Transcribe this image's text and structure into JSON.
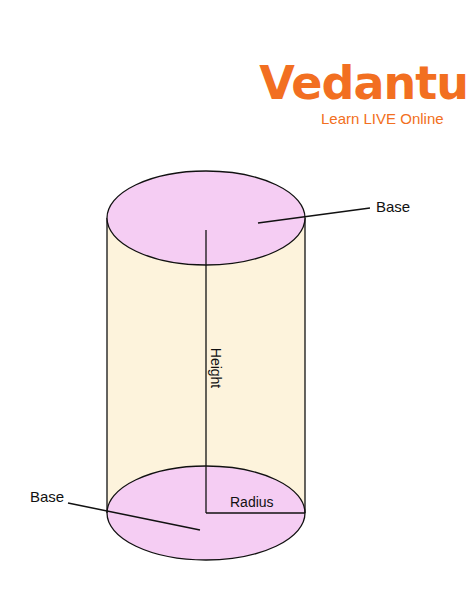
{
  "diagram": {
    "labels": [
      "Vedantu",
      "Learn LIVE Online",
      "Base",
      "Height",
      "Base",
      "Radius"
    ]
  }
}
